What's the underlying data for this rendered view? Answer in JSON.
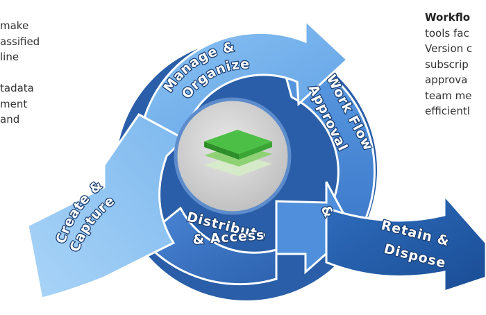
{
  "left_text": {
    "lines": [
      "make",
      "assified",
      "line",
      "",
      "tadata",
      "ment",
      "and"
    ]
  },
  "right_text": {
    "heading": "Workflo",
    "lines": [
      "tools fac",
      "Version c",
      "subscrip",
      "approva",
      "team me",
      "efficientl"
    ]
  },
  "diagram": {
    "stages": [
      {
        "id": "create",
        "lines": [
          "Create &",
          "Capture"
        ],
        "color": "#8fc4f4"
      },
      {
        "id": "manage",
        "lines": [
          "Manage &",
          "Organize"
        ],
        "color": "#74b3ef"
      },
      {
        "id": "workflow",
        "lines": [
          "Work Flow",
          "Approval"
        ],
        "color": "#4f8fdb"
      },
      {
        "id": "distribute",
        "lines": [
          "Distribute",
          "& Access"
        ],
        "color": "#3a74c4"
      },
      {
        "id": "retain",
        "lines": [
          "Retain &",
          "Dispose"
        ],
        "color": "#1f58a6"
      }
    ],
    "center_icon": "layers-icon"
  }
}
